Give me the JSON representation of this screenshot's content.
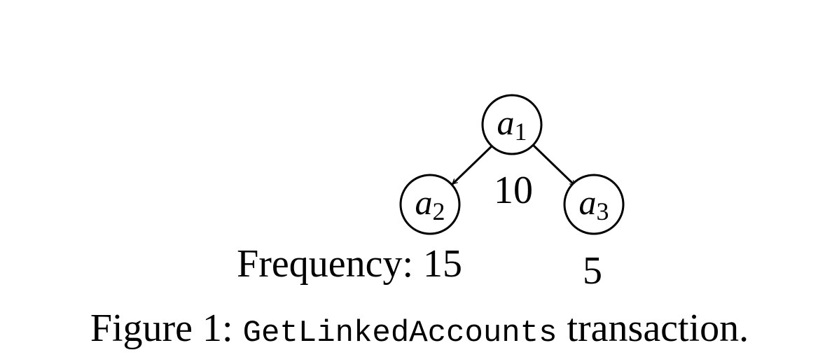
{
  "diagram": {
    "nodes": [
      {
        "id": "a1",
        "base": "a",
        "sub": "1"
      },
      {
        "id": "a2",
        "base": "a",
        "sub": "2"
      },
      {
        "id": "a3",
        "base": "a",
        "sub": "3"
      }
    ],
    "edge_weight": "10",
    "frequency_label": "Frequency: 15",
    "frequency_right": "5"
  },
  "caption": {
    "prefix": "Figure 1:",
    "code": "GetLinkedAccounts",
    "suffix": "transaction."
  }
}
